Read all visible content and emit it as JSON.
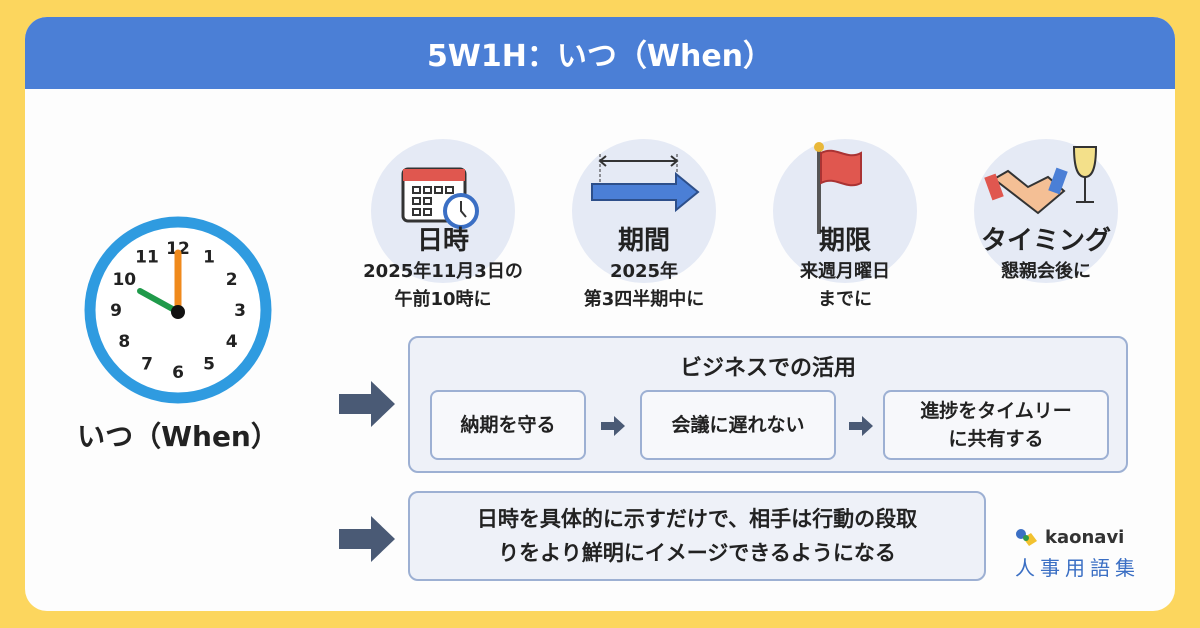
{
  "header": {
    "title": "5W1H：いつ（When）"
  },
  "clock": {
    "label": "いつ（When）",
    "numbers": [
      "12",
      "1",
      "2",
      "3",
      "4",
      "5",
      "6",
      "7",
      "8",
      "9",
      "10",
      "11"
    ]
  },
  "items": [
    {
      "label": "日時",
      "desc1": "2025年11月3日の",
      "desc2": "午前10時に",
      "icon": "calendar-clock-icon"
    },
    {
      "label": "期間",
      "desc1": "2025年",
      "desc2": "第3四半期中に",
      "icon": "period-arrow-icon"
    },
    {
      "label": "期限",
      "desc1": "来週月曜日",
      "desc2": "までに",
      "icon": "flag-icon"
    },
    {
      "label": "タイミング",
      "desc1": "懇親会後に",
      "desc2": "",
      "icon": "handshake-glass-icon"
    }
  ],
  "business": {
    "title": "ビジネスでの活用",
    "steps": [
      "納期を守る",
      "会議に遅れない",
      "進捗をタイムリー",
      "に共有する"
    ]
  },
  "conclusion": {
    "line1": "日時を具体的に示すだけで、相手は行動の段取",
    "line2": "りをより鮮明にイメージできるようになる"
  },
  "logo": {
    "brand": "kaonavi",
    "sub": "人事用語集"
  },
  "colors": {
    "background": "#fcd65e",
    "header": "#4b7fd6",
    "clock_ring": "#2f9be0",
    "flag": "#e0574f"
  }
}
